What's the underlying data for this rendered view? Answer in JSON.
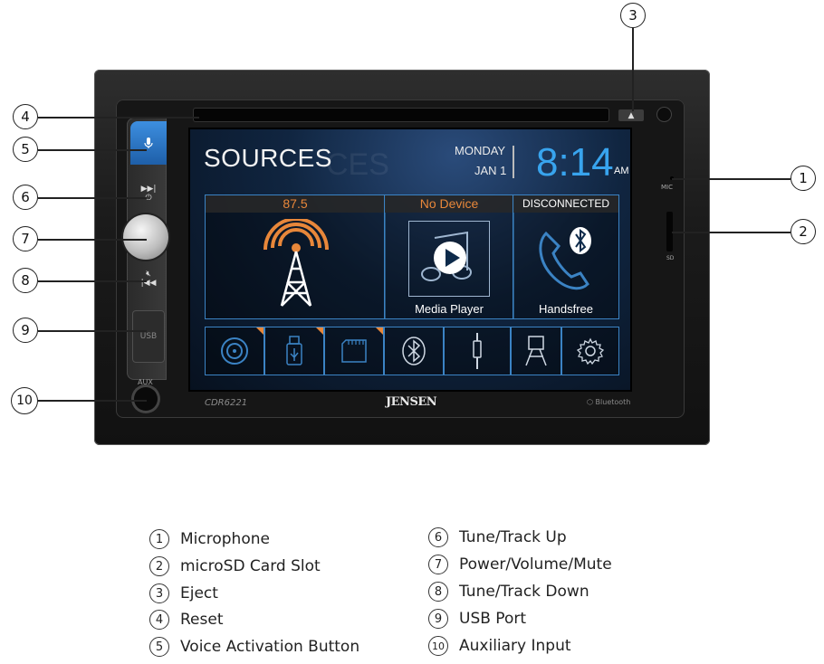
{
  "screen": {
    "title": "SOURCES",
    "day": "MONDAY",
    "date": "JAN 1",
    "time": "8:14",
    "ampm": "AM",
    "tiles": [
      {
        "header": "87.5",
        "header_color": "#e8873a",
        "footer": "",
        "icon": "radio-tower-icon"
      },
      {
        "header": "No Device",
        "header_color": "#e8873a",
        "footer": "Media Player",
        "icon": "media-player-icon"
      },
      {
        "header": "DISCONNECTED",
        "header_color": "#ffffff",
        "footer": "Handsfree",
        "icon": "handsfree-phone-icon"
      }
    ],
    "bottom_icons": [
      "disc-icon",
      "usb-icon",
      "sd-card-icon",
      "bluetooth-icon",
      "aux-plug-icon",
      "camera-icon",
      "settings-gear-icon"
    ]
  },
  "unit": {
    "model": "CDR6221",
    "brand": "JENSEN",
    "bluetooth_label": "Bluetooth",
    "mic_label": "MIC",
    "sd_label": "SD",
    "usb_label": "USB",
    "aux_label": "AUX"
  },
  "callouts": [
    "1",
    "2",
    "3",
    "4",
    "5",
    "6",
    "7",
    "8",
    "9",
    "10"
  ],
  "legend": [
    {
      "num": "1",
      "label": "Microphone"
    },
    {
      "num": "2",
      "label": "microSD Card Slot"
    },
    {
      "num": "3",
      "label": "Eject"
    },
    {
      "num": "4",
      "label": "Reset"
    },
    {
      "num": "5",
      "label": "Voice Activation Button"
    },
    {
      "num": "6",
      "label": "Tune/Track Up"
    },
    {
      "num": "7",
      "label": "Power/Volume/Mute"
    },
    {
      "num": "8",
      "label": "Tune/Track Down"
    },
    {
      "num": "9",
      "label": "USB Port"
    },
    {
      "num": "10",
      "label": "Auxiliary Input"
    }
  ],
  "colors": {
    "accent": "#3b83c4",
    "orange": "#e8873a",
    "clock": "#38a4ee"
  }
}
